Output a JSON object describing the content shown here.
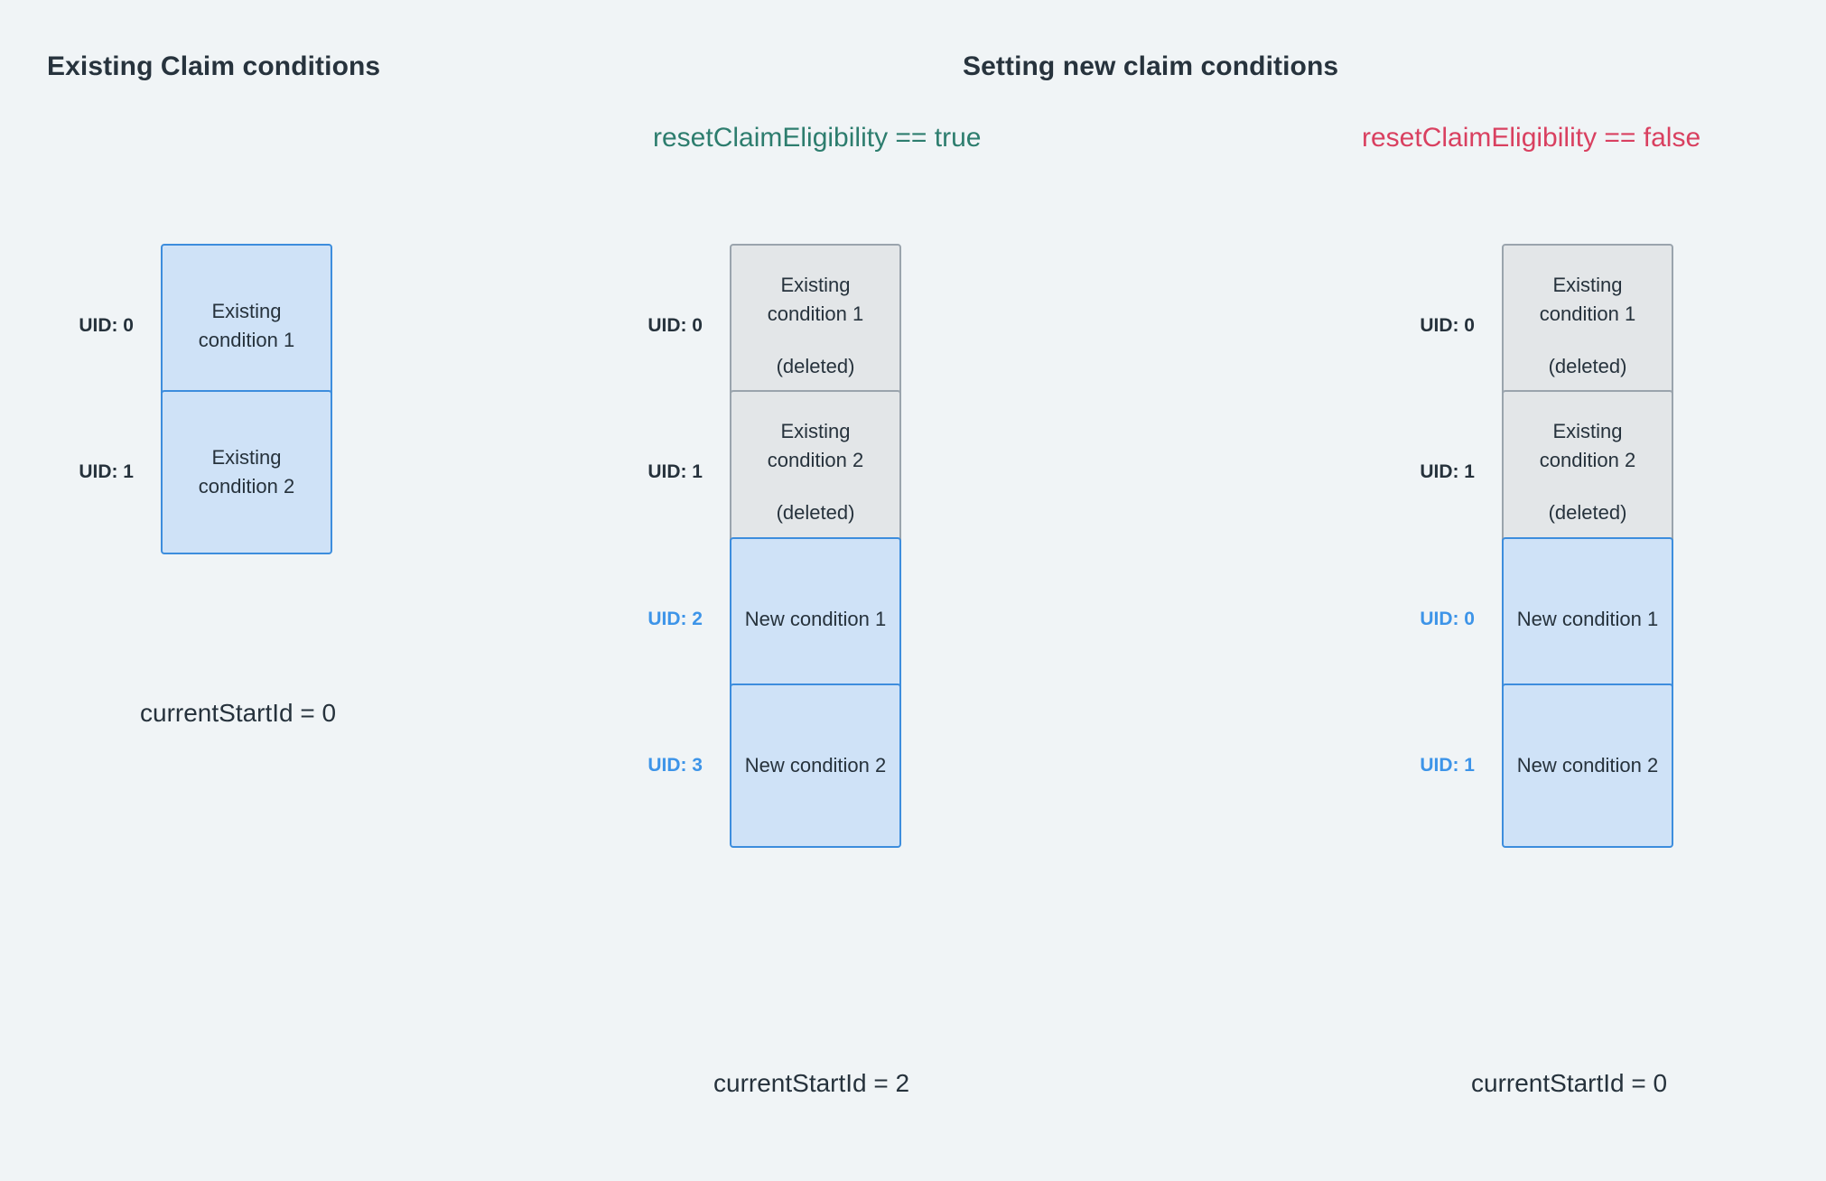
{
  "headings": {
    "left": "Existing Claim conditions",
    "right": "Setting new claim conditions"
  },
  "expressions": {
    "reset_true": "resetClaimEligibility == true",
    "reset_false": "resetClaimEligibility == false"
  },
  "colors": {
    "background": "#f0f4f6",
    "text": "#26323c",
    "expr_true": "#2d7d6e",
    "expr_false": "#d94060",
    "blue_box_fill": "#cfe2f7",
    "blue_box_border": "#3d8ddd",
    "gray_box_fill": "#e3e6e8",
    "gray_box_border": "#9aa4ad",
    "uid_new": "#3d94e8"
  },
  "columns": {
    "existing": {
      "rows": [
        {
          "uid": "UID: 0",
          "uid_style": "dark",
          "box_style": "blue",
          "title": "Existing condition 1",
          "sub": ""
        },
        {
          "uid": "UID: 1",
          "uid_style": "dark",
          "box_style": "blue",
          "title": "Existing condition 2",
          "sub": ""
        }
      ],
      "footer": "currentStartId = 0"
    },
    "reset_true": {
      "rows": [
        {
          "uid": "UID: 0",
          "uid_style": "dark",
          "box_style": "gray",
          "title": "Existing condition 1",
          "sub": "(deleted)"
        },
        {
          "uid": "UID: 1",
          "uid_style": "dark",
          "box_style": "gray",
          "title": "Existing condition 2",
          "sub": "(deleted)"
        },
        {
          "uid": "UID: 2",
          "uid_style": "new",
          "box_style": "blue",
          "title": "New condition 1",
          "sub": ""
        },
        {
          "uid": "UID: 3",
          "uid_style": "new",
          "box_style": "blue",
          "title": "New condition 2",
          "sub": ""
        }
      ],
      "footer": "currentStartId = 2"
    },
    "reset_false": {
      "rows": [
        {
          "uid": "UID: 0",
          "uid_style": "dark",
          "box_style": "gray",
          "title": "Existing condition 1",
          "sub": "(deleted)"
        },
        {
          "uid": "UID: 1",
          "uid_style": "dark",
          "box_style": "gray",
          "title": "Existing condition 2",
          "sub": "(deleted)"
        },
        {
          "uid": "UID: 0",
          "uid_style": "new",
          "box_style": "blue",
          "title": "New condition 1",
          "sub": ""
        },
        {
          "uid": "UID: 1",
          "uid_style": "new",
          "box_style": "blue",
          "title": "New condition 2",
          "sub": ""
        }
      ],
      "footer": "currentStartId = 0"
    }
  }
}
